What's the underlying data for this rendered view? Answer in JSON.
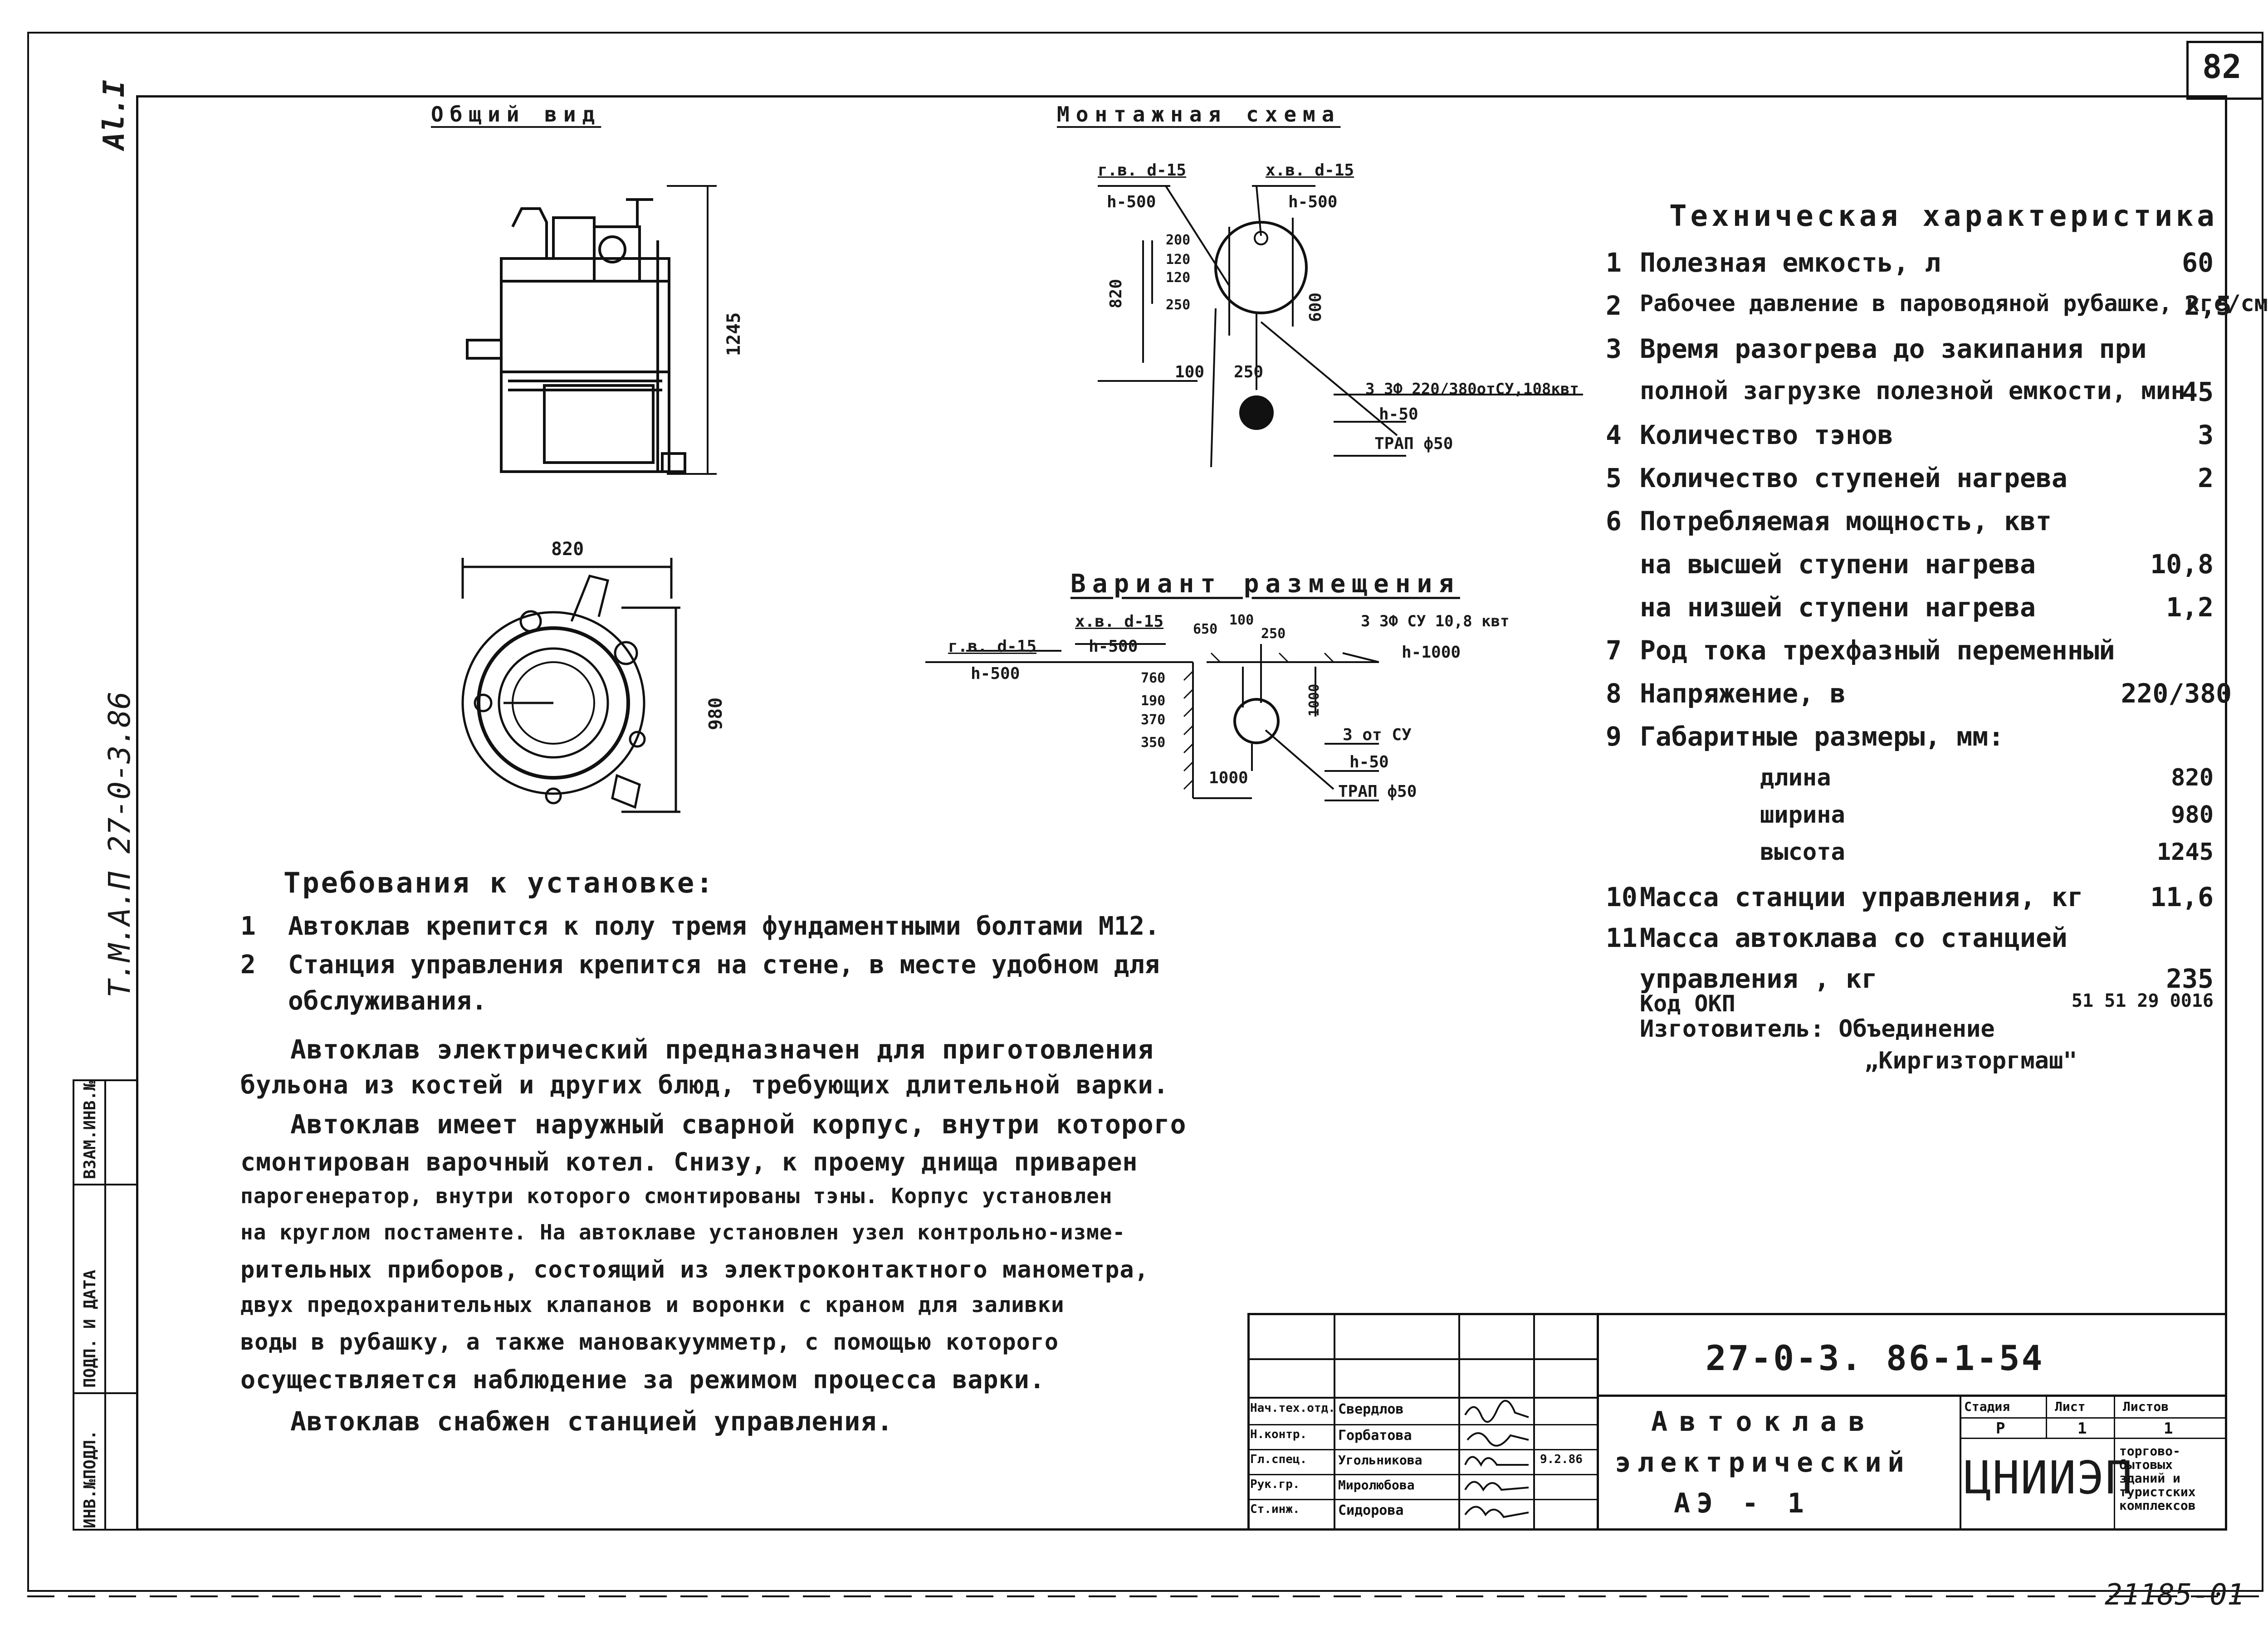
{
  "sheet": {
    "number": "82",
    "format": "Al.I",
    "album_ref": "Т.М.А.П 27-0-3.86",
    "footer_number": "21185-01"
  },
  "left_stamp": {
    "col1": "ИНВ.№ПОДЛ.",
    "col2": "ПОДП. И ДАТА",
    "col3": "ВЗАМ.ИНВ.№"
  },
  "general_view": {
    "title": "Общий вид",
    "dim_height": "1245",
    "dim_width": "820",
    "dim_depth": "980"
  },
  "mounting_scheme": {
    "title": "Монтажная схема",
    "hot_water": "г.в. d-15",
    "hot_h": "h-500",
    "cold_water": "х.в. d-15",
    "cold_h": "h-500",
    "dims": [
      "200",
      "120",
      "120",
      "250"
    ],
    "dim_820": "820",
    "dim_600": "600",
    "dim_100": "100",
    "dim_250": "250",
    "power": "3 3Ф 220/380отСУ,108квт",
    "drain_h": "h-50",
    "drain": "ТРАП ф50"
  },
  "placement_variant": {
    "title": "Вариант размещения",
    "cold_water": "х.в. d-15",
    "cold_h": "h-500",
    "hot_water": "г.в. d-15",
    "hot_h": "h-500",
    "top_dims": [
      "650",
      "100",
      "250"
    ],
    "power": "3 3Ф СУ 10,8 квт",
    "power_h": "h-1000",
    "side_dims": [
      "760",
      "190",
      "370",
      "350"
    ],
    "dim_1000v": "1000",
    "from_cu": "3 от СУ",
    "drain_h": "h-50",
    "drain": "ТРАП ф50",
    "dim_1000h": "1000"
  },
  "tech": {
    "title": "Техническая характеристика",
    "rows": [
      {
        "n": "1",
        "label": "Полезная емкость, л",
        "value": "60"
      },
      {
        "n": "2",
        "label": "Рабочее давление в пароводяной рубашке, кгс/см² ",
        "value": "2,5"
      },
      {
        "n": "3",
        "label": "Время разогрева до закипания при",
        "value": ""
      },
      {
        "n": "",
        "label": "полной загрузке полезной емкости, мин",
        "value": "45"
      },
      {
        "n": "4",
        "label": "Количество тэнов",
        "value": "3"
      },
      {
        "n": "5",
        "label": "Количество ступеней нагрева",
        "value": "2"
      },
      {
        "n": "6",
        "label": "Потребляемая мощность, квт",
        "value": ""
      },
      {
        "n": "",
        "label": "на высшей ступени нагрева",
        "value": "10,8"
      },
      {
        "n": "",
        "label": "на низшей ступени нагрева",
        "value": "1,2"
      },
      {
        "n": "7",
        "label": "Род тока трехфазный переменный",
        "value": ""
      },
      {
        "n": "8",
        "label": "Напряжение, в",
        "value": "220/380"
      },
      {
        "n": "9",
        "label": "Габаритные размеры, мм:",
        "value": ""
      }
    ],
    "dims": [
      {
        "label": "длина",
        "value": "820"
      },
      {
        "label": "ширина",
        "value": "980"
      },
      {
        "label": "высота",
        "value": "1245"
      }
    ],
    "rows2": [
      {
        "n": "10",
        "label": "Масса станции управления, кг",
        "value": "11,6"
      },
      {
        "n": "11",
        "label": "Масса автоклава со станцией",
        "value": ""
      },
      {
        "n": "",
        "label": "управления , кг",
        "value": "235"
      }
    ],
    "okp_label": "Код ОКП",
    "okp_value": "51 51 29 0016",
    "maker_label": "Изготовитель: Объединение",
    "maker_name": "„Киргизторгмаш\""
  },
  "requirements": {
    "title": "Требования к установке:",
    "items": [
      {
        "n": "1",
        "text": "Автоклав крепится к полу тремя фундаментными болтами М12."
      },
      {
        "n": "2",
        "text": "Станция управления крепится на стене, в месте удобном для"
      },
      {
        "n": "",
        "text": "обслуживания."
      }
    ]
  },
  "description": {
    "lines": [
      "Автоклав электрический предназначен для приготовления",
      "бульона из костей и других блюд, требующих длительной варки.",
      "Автоклав имеет наружный сварной корпус, внутри которого",
      "смонтирован варочный котел. Снизу, к проему днища приварен",
      "парогенератор, внутри которого смонтированы тэны. Корпус установлен",
      "на круглом постаменте. На автоклаве установлен узел контрольно-изме-",
      "рительных приборов, состоящий из электроконтактного манометра,",
      "двух предохранительных клапанов и воронки с краном для заливки",
      "воды в рубашку, а также мановакуумметр, с помощью которого",
      "осуществляется наблюдение за режимом процесса варки.",
      "Автоклав снабжен станцией управления."
    ]
  },
  "title_block": {
    "doc_code": "27-0-3. 86-1-54",
    "name1": "Автоклав",
    "name2": "электрический",
    "name3": "АЭ - 1",
    "stage_h": "Стадия",
    "sheet_h": "Лист",
    "sheets_h": "Листов",
    "stage": "Р",
    "sheet": "1",
    "sheets": "1",
    "org": "ЦНИИЭП",
    "org_desc": "торгово-бытовых зданий и туристских комплексов",
    "date": "9.2.86",
    "staff": [
      {
        "role": "Нач.тех.отд.",
        "name": "Свердлов"
      },
      {
        "role": "Н.контр.",
        "name": "Горбатова"
      },
      {
        "role": "Гл.спец.",
        "name": "Угольникова"
      },
      {
        "role": "Рук.гр.",
        "name": "Миролюбова"
      },
      {
        "role": "Ст.инж.",
        "name": "Сидорова"
      }
    ]
  }
}
